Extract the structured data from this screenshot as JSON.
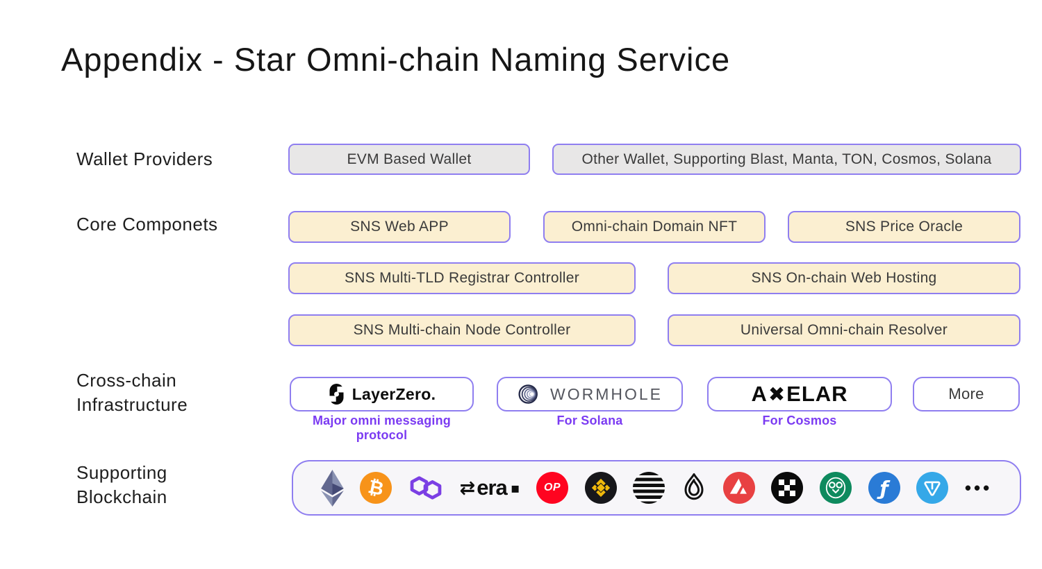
{
  "title": "Appendix - Star Omni-chain Naming Service",
  "labels": {
    "wallet": "Wallet Providers",
    "core": "Core Componets",
    "infra1": "Cross-chain",
    "infra2": "Infrastructure",
    "supporting1": "Supporting",
    "supporting2": "Blockchain"
  },
  "wallet_boxes": [
    "EVM Based Wallet",
    "Other Wallet, Supporting Blast, Manta, TON, Cosmos, Solana"
  ],
  "core_boxes": {
    "row1": [
      "SNS Web APP",
      "Omni-chain Domain NFT",
      "SNS Price Oracle"
    ],
    "row2": [
      "SNS Multi-TLD Registrar Controller",
      "SNS On-chain Web Hosting"
    ],
    "row3": [
      "SNS Multi-chain Node Controller",
      "Universal Omni-chain Resolver"
    ]
  },
  "infra": {
    "layerzero": {
      "name": "LayerZero.",
      "caption": "Major omni messaging protocol"
    },
    "wormhole": {
      "name": "WORMHOLE",
      "caption": "For Solana"
    },
    "axelar": {
      "pre": "A",
      "x": "✖",
      "post": "ELAR",
      "caption": "For Cosmos"
    },
    "more": {
      "name": "More"
    }
  },
  "supporting_icons": [
    "ethereum",
    "bitcoin",
    "polygon",
    "zksync-era",
    "optimism",
    "bnb-chain",
    "manta",
    "sui",
    "avalanche",
    "okx",
    "gnosis",
    "filecoin",
    "ton",
    "more-dots"
  ],
  "glyphs": {
    "bitcoin": "₿",
    "optimism": "OP",
    "zksync_arrow": "⇄",
    "zksync_text": "era",
    "zksync_square": "▪",
    "filecoin": "ƒ",
    "dots": "•••"
  },
  "colors": {
    "border_purple": "#8F7EF0",
    "caption_purple": "#7B3BF2",
    "cream": "#FBEFD1",
    "gray": "#E8E7E7",
    "bitcoin_orange": "#F7931A",
    "optimism_red": "#FF0420",
    "avalanche_red": "#E84142",
    "polygon_purple": "#7B3FE4",
    "bnb_gold": "#F0B90B",
    "gnosis_green": "#0E8A5E",
    "filecoin_blue": "#2A7BD6",
    "ton_blue": "#35A8E8"
  }
}
